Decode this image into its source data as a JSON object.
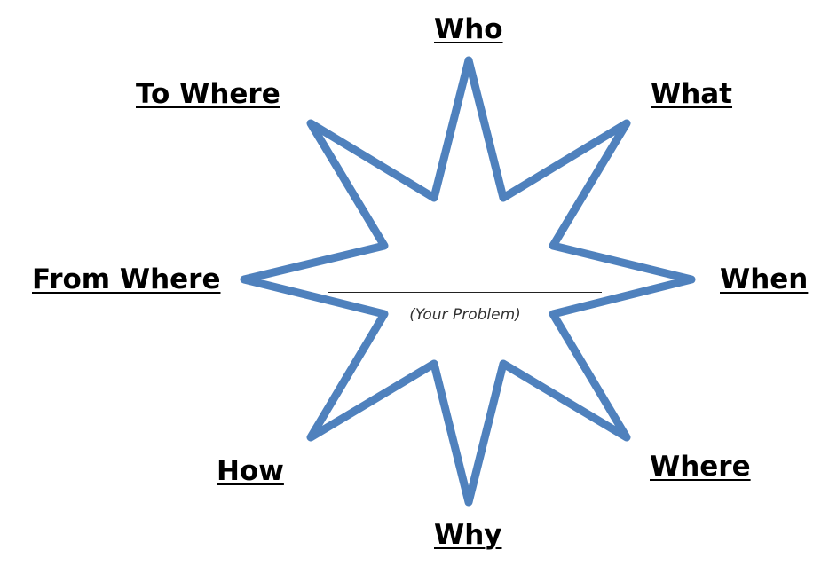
{
  "labels": {
    "who": "Who",
    "what": "What",
    "when": "When",
    "where": "Where",
    "why": "Why",
    "how": "How",
    "from_where": "From Where",
    "to_where": "To Where"
  },
  "center": {
    "caption": "(Your Problem)"
  },
  "colors": {
    "star_stroke": "#4f81bd",
    "star_fill": "#ffffff",
    "text": "#000000"
  }
}
